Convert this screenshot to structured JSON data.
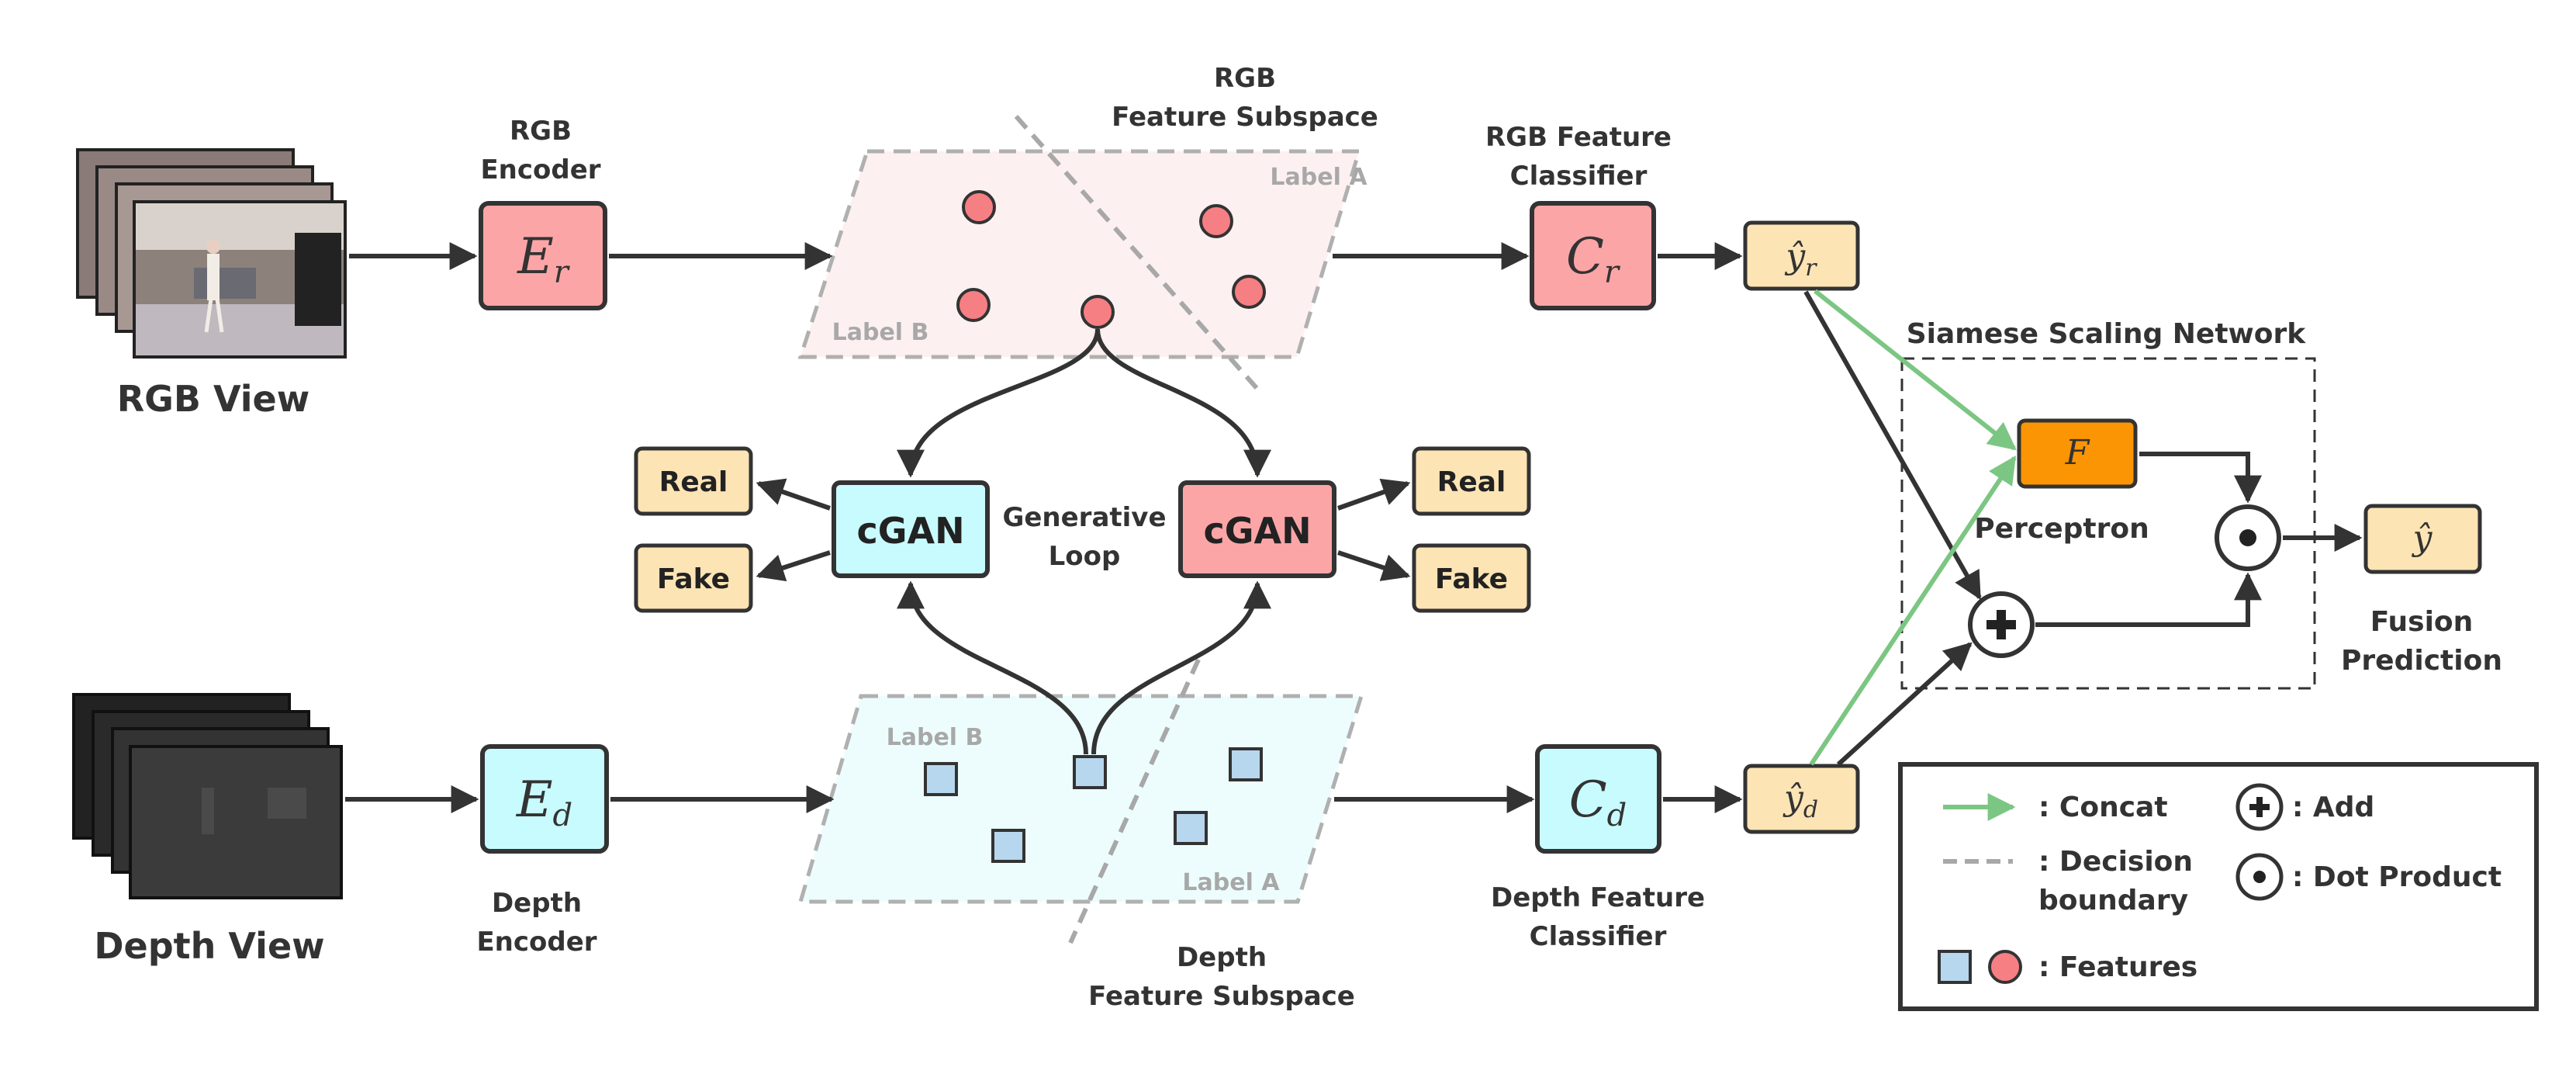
{
  "views": {
    "rgb_label": "RGB View",
    "depth_label": "Depth View"
  },
  "encoders": {
    "rgb": {
      "label_line1": "RGB",
      "label_line2": "Encoder",
      "symbol": "E",
      "sub": "r"
    },
    "depth": {
      "label_line1": "Depth",
      "label_line2": "Encoder",
      "symbol": "E",
      "sub": "d"
    }
  },
  "subspaces": {
    "rgb": {
      "title_line1": "RGB",
      "title_line2": "Feature Subspace",
      "label_a": "Label A",
      "label_b": "Label B"
    },
    "depth": {
      "title_line1": "Depth",
      "title_line2": "Feature Subspace",
      "label_a": "Label A",
      "label_b": "Label B"
    }
  },
  "classifiers": {
    "rgb": {
      "label_line1": "RGB Feature",
      "label_line2": "Classifier",
      "symbol": "C",
      "sub": "r"
    },
    "depth": {
      "label_line1": "Depth Feature",
      "label_line2": "Classifier",
      "symbol": "C",
      "sub": "d"
    }
  },
  "outputs": {
    "rgb": {
      "symbol": "ŷ",
      "sub": "r"
    },
    "depth": {
      "symbol": "ŷ",
      "sub": "d"
    },
    "fusion": {
      "symbol": "ŷ",
      "label_line1": "Fusion",
      "label_line2": "Prediction"
    }
  },
  "gan": {
    "left": "cGAN",
    "right": "cGAN",
    "loop_line1": "Generative",
    "loop_line2": "Loop",
    "real": "Real",
    "fake": "Fake"
  },
  "siamese": {
    "title": "Siamese Scaling Network",
    "perceptron_symbol": "F",
    "perceptron_label": "Perceptron"
  },
  "legend": {
    "concat": ": Concat",
    "decision_line1": ": Decision",
    "decision_line2": "boundary",
    "features": ": Features",
    "add": ": Add",
    "dot": ": Dot Product"
  },
  "colors": {
    "pink": "#fca5a7",
    "cyan": "#c8fbfd",
    "peach": "#fde4b4",
    "orange": "#fb9503",
    "green": "#7cc683",
    "feature_blue": "#b7d7ef",
    "feature_red": "#f67f84",
    "dark": "#333333"
  }
}
